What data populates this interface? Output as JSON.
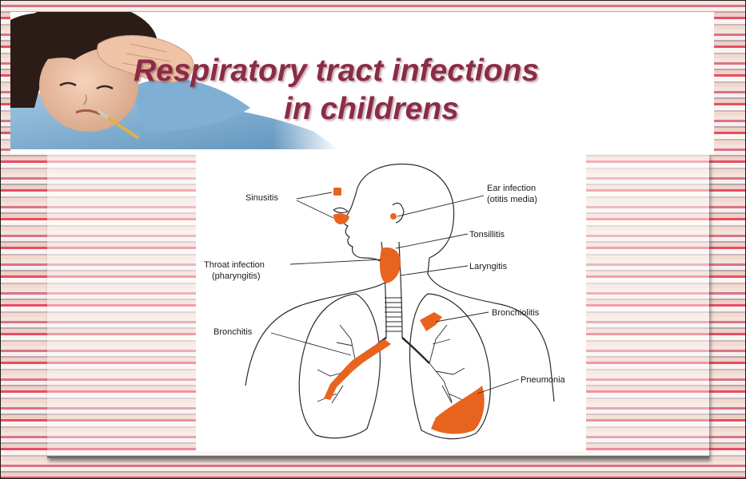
{
  "title": {
    "line1": "Respiratory tract infections",
    "line2": "in childrens"
  },
  "colors": {
    "title": "#8b2c47",
    "infection": "#e8641e",
    "outline": "#2a2a2a"
  },
  "diagram": {
    "labels": {
      "sinusitis": "Sinusitis",
      "ear_infection_1": "Ear infection",
      "ear_infection_2": "(otitis media)",
      "tonsillitis": "Tonsillitis",
      "throat_infection_1": "Throat infection",
      "throat_infection_2": "(pharyngitis)",
      "laryngitis": "Laryngitis",
      "bronchiolitis": "Bronchiolitis",
      "bronchitis": "Bronchitis",
      "pneumonia": "Pneumonia"
    }
  }
}
